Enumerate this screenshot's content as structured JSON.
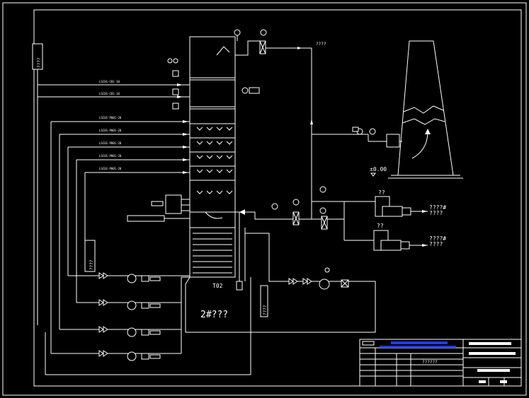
{
  "labels": {
    "chimney_level": "±0.00",
    "flue_gas": "????",
    "tank": "T02",
    "tank_area": "2#???",
    "left_box_top": "????",
    "left_box_mid": "????",
    "left_box_bottom": "????",
    "right_top_pump_tag": "??",
    "right_bottom_pump_tag": "??",
    "right_top_line1": "????#",
    "right_top_line2": "????",
    "right_bottom_line1": "????#",
    "right_bottom_line2": "????"
  },
  "pipe_tags": [
    "LSC01-C01-10",
    "LSC01-C01-10",
    "LSC01-P001-20",
    "LSC01-P001-20",
    "LSC01-P001-20",
    "LSC01-P001-20",
    "LSC01-P001-20"
  ],
  "title_block": {
    "drawing_title": "??????"
  },
  "colors": {
    "background": "#000000",
    "linework": "#ffffff",
    "highlight": "#1f3cff"
  }
}
